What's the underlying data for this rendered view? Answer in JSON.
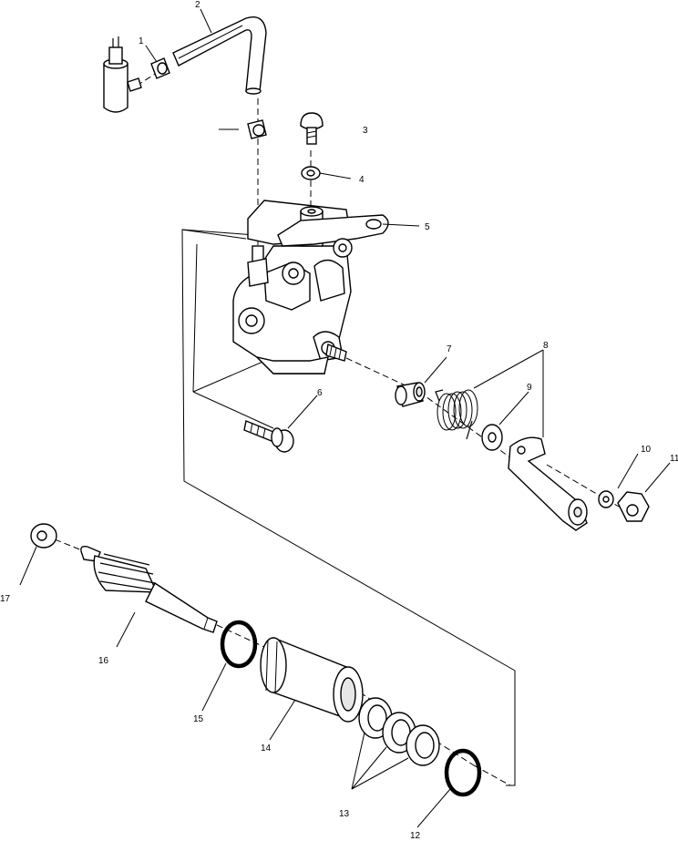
{
  "callouts": [
    {
      "id": "1",
      "text": "1"
    },
    {
      "id": "2",
      "text": "2"
    },
    {
      "id": "3",
      "text": "3"
    },
    {
      "id": "4",
      "text": "4"
    },
    {
      "id": "5",
      "text": "5"
    },
    {
      "id": "6",
      "text": "6"
    },
    {
      "id": "7",
      "text": "7"
    },
    {
      "id": "8",
      "text": "8"
    },
    {
      "id": "9",
      "text": "9"
    },
    {
      "id": "10",
      "text": "10"
    },
    {
      "id": "11",
      "text": "11"
    },
    {
      "id": "12",
      "text": "12"
    },
    {
      "id": "13",
      "text": "13"
    },
    {
      "id": "14",
      "text": "14"
    },
    {
      "id": "15",
      "text": "15"
    },
    {
      "id": "16",
      "text": "16"
    },
    {
      "id": "17",
      "text": "17"
    }
  ],
  "colors": {
    "line": "#000000",
    "background": "#ffffff"
  }
}
